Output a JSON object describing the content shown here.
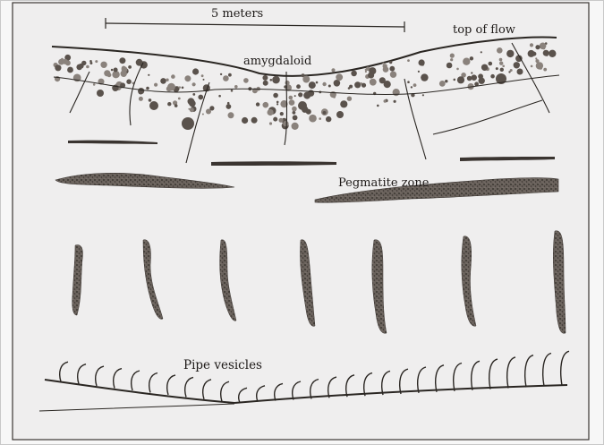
{
  "figure": {
    "scale_label": "5 meters",
    "flow_top_label": "top of flow",
    "amygdaloid_label": "amygdaloid",
    "pegmatite_label": "Pegmatite zone",
    "pipe_vesicles_label": "Pipe vesicles"
  },
  "colors": {
    "paper": "#efeeee",
    "ink": "#2a2622",
    "stipple": "#4a4440",
    "border": "#3a3632"
  }
}
